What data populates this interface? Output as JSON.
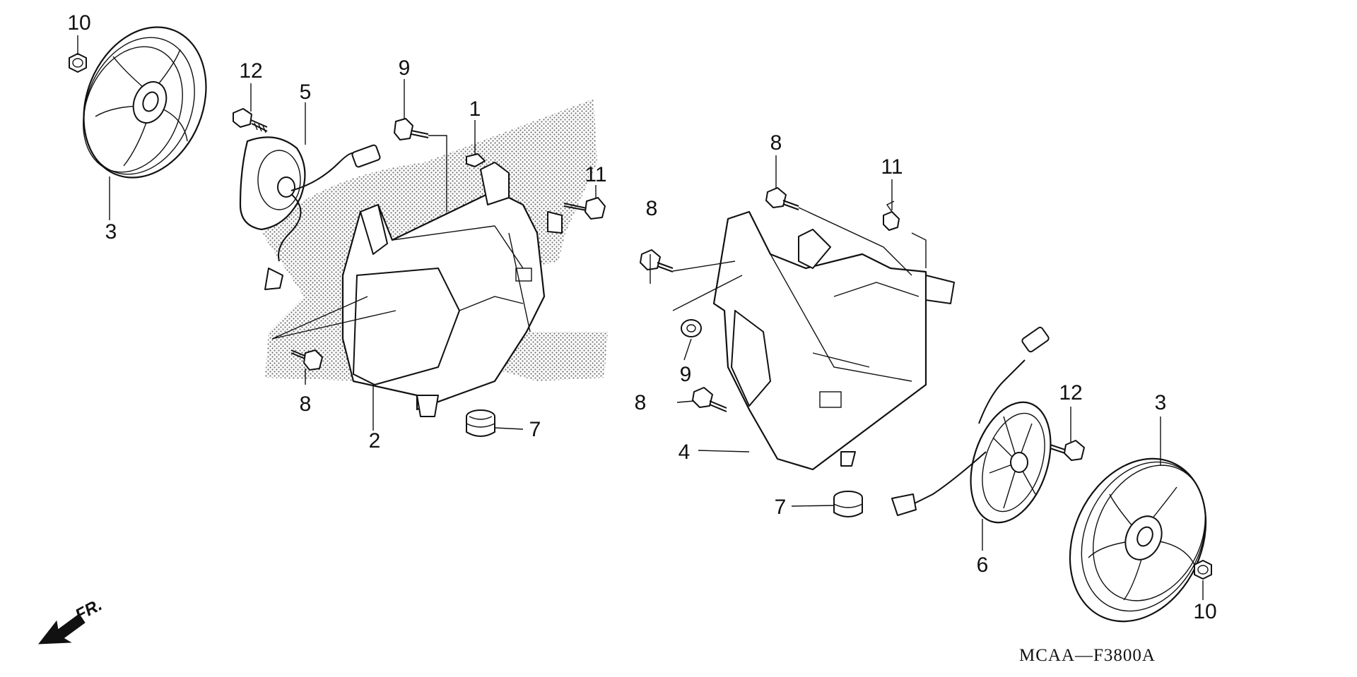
{
  "diagram": {
    "code": "MCAA—F3800A",
    "direction_label": "FR.",
    "callouts": {
      "l_10": "10",
      "l_3": "3",
      "l_12": "12",
      "l_5": "5",
      "l_9": "9",
      "l_1": "1",
      "l_11": "11",
      "l_8": "8",
      "l_2": "2",
      "l_7": "7",
      "r_8a": "8",
      "r_11": "11",
      "r_8b": "8",
      "r_9": "9",
      "r_8c": "8",
      "r_4": "4",
      "r_7": "7",
      "r_6": "6",
      "r_12": "12",
      "r_3": "3",
      "r_10": "10"
    }
  }
}
